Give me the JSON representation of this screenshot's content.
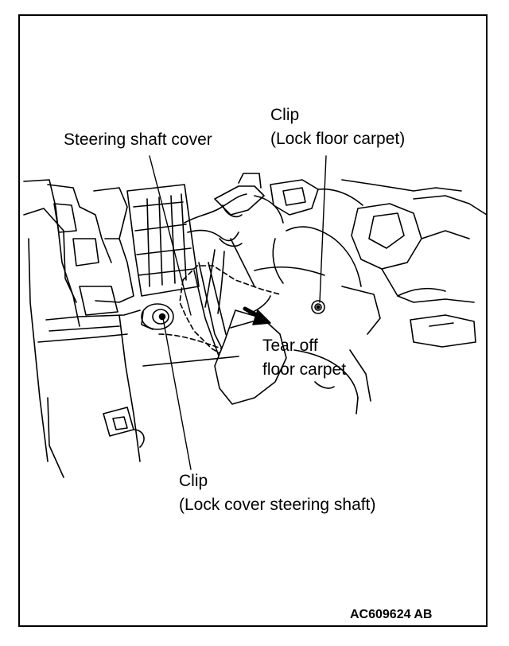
{
  "labels": {
    "steering_shaft_cover": "Steering shaft cover",
    "clip_top_line1": "Clip",
    "clip_top_line2": "(Lock floor carpet)",
    "tear_off_line1": "Tear off",
    "tear_off_line2": "floor carpet",
    "clip_bottom_line1": "Clip",
    "clip_bottom_line2": "(Lock cover steering shaft)"
  },
  "document_id": "AC609624 AB"
}
